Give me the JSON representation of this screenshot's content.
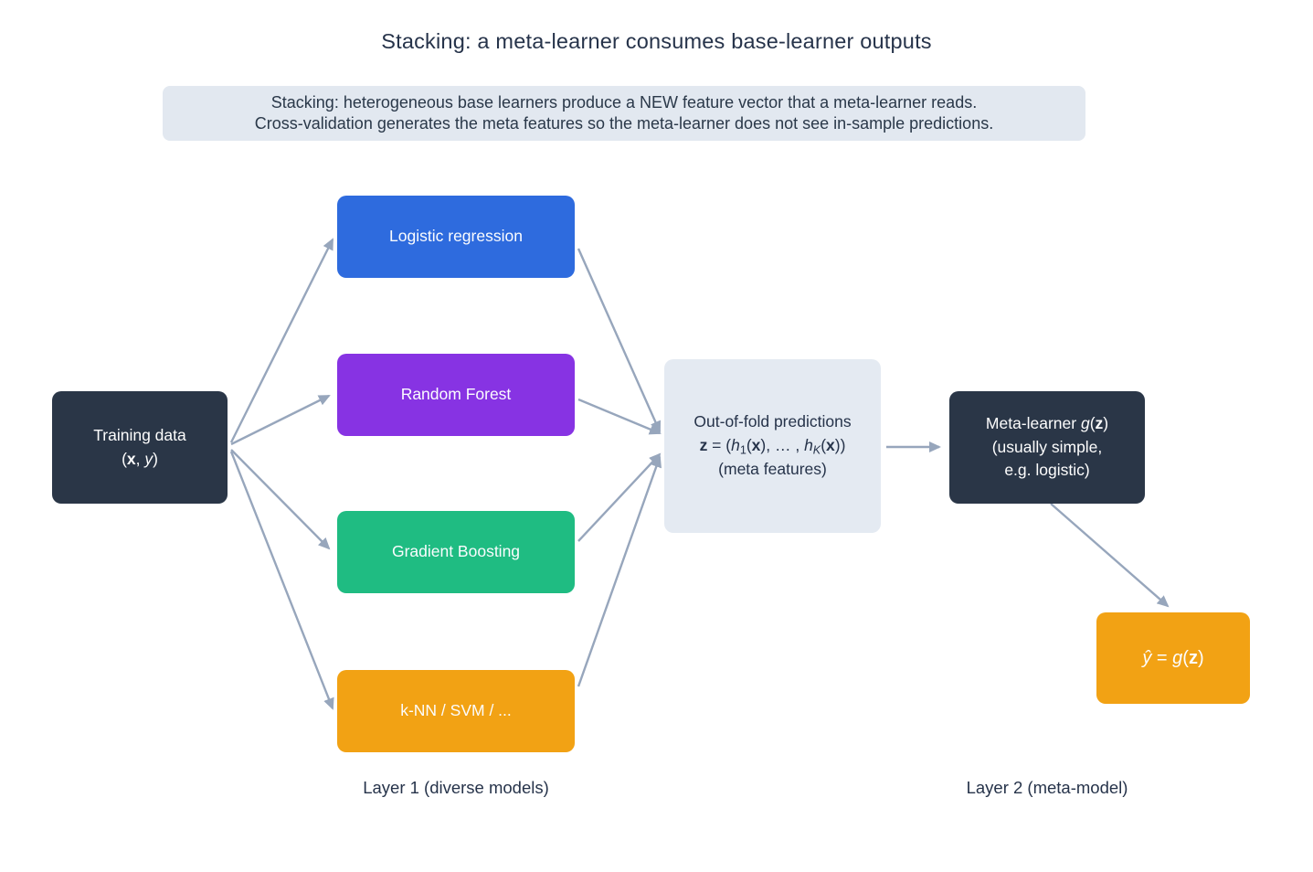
{
  "title": "Stacking: a meta-learner consumes base-learner outputs",
  "subtitle": {
    "line1": "Stacking: heterogeneous base learners produce a NEW feature vector that a meta-learner reads.",
    "line2": "Cross-validation generates the meta features so the meta-learner does not see in-sample predictions."
  },
  "colors": {
    "logistic_blue": "#2E6BDE",
    "forest_purple": "#8733E3",
    "boosting_green": "#1FBC82",
    "knn_orange": "#F2A214",
    "output_orange": "#F2A214",
    "dark_navy": "#2A3647",
    "panel_blue_gray": "#E4EAF2",
    "subtitle_gray": "#E2E8F0",
    "arrow_gray": "#97A6BC",
    "text_navy": "#26334A"
  },
  "nodes": {
    "training": {
      "line1": "Training data",
      "formula": [
        "(",
        "x",
        ", ",
        "y",
        ")"
      ]
    },
    "base_learners": [
      {
        "label": "Logistic regression",
        "color": "#2E6BDE"
      },
      {
        "label": "Random Forest",
        "color": "#8733E3"
      },
      {
        "label": "Gradient Boosting",
        "color": "#1FBC82"
      },
      {
        "label": "k-NN / SVM / ...",
        "color": "#F2A214"
      }
    ],
    "oof": {
      "line1": "Out-of-fold predictions",
      "formula": [
        "z",
        " = (",
        "h",
        "1",
        "(",
        "x",
        "), ",
        "…",
        " , ",
        "h",
        "K",
        "(",
        "x",
        "))"
      ],
      "line3": "(meta features)"
    },
    "meta": {
      "line1_parts": [
        "Meta-learner ",
        "g",
        "(",
        "z",
        ")"
      ],
      "line2": "(usually simple,",
      "line3": "e.g. logistic)"
    },
    "output": {
      "formula": [
        "ŷ",
        " = ",
        "g",
        "(",
        "z",
        ")"
      ]
    }
  },
  "labels": {
    "layer1": "Layer 1 (diverse models)",
    "layer2": "Layer 2 (meta-model)"
  }
}
